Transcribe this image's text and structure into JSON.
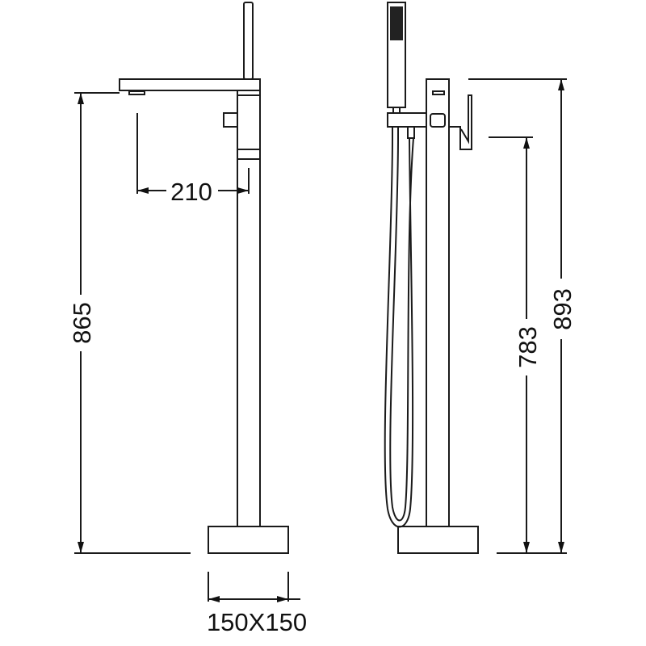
{
  "dimensions": {
    "spout_reach": "210",
    "spout_height": "865",
    "total_height": "893",
    "lever_height": "783",
    "base_size": "150X150"
  },
  "colors": {
    "line": "#1a1a1a",
    "background": "#ffffff"
  }
}
